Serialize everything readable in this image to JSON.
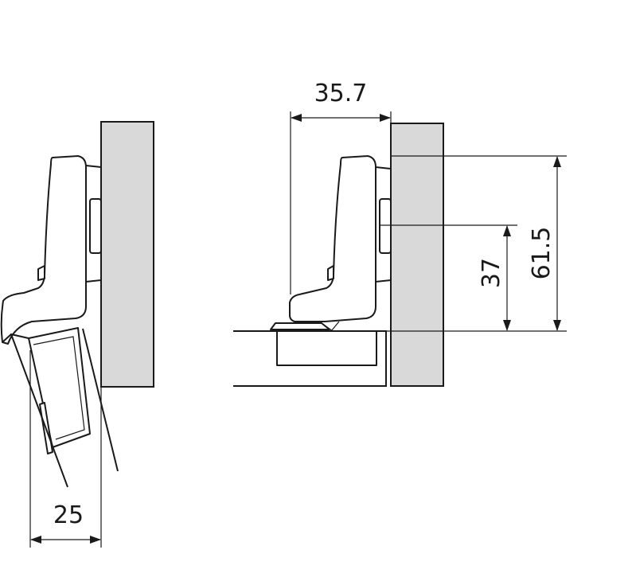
{
  "dimensions": {
    "left_width": "25",
    "overlay_width": "35.7",
    "hole_offset": "37",
    "plate_height": "61.5"
  },
  "colors": {
    "panel_fill": "#d9d9d9",
    "line": "#1a1a1a",
    "background": "#ffffff"
  }
}
